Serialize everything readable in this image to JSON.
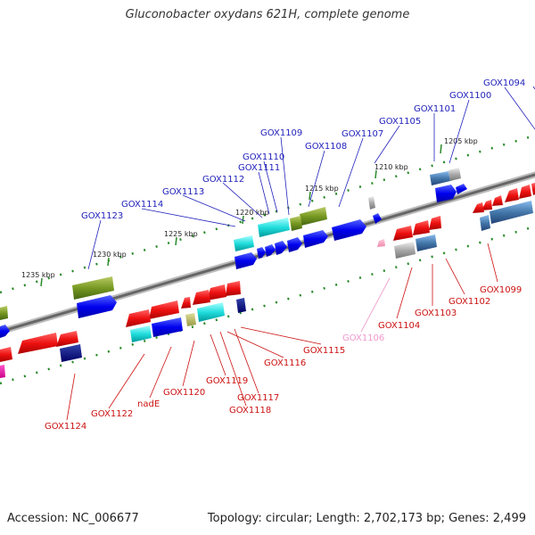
{
  "header": {
    "title": "Gluconobacter oxydans 621H, complete genome"
  },
  "footer": {
    "accession": "Accession: NC_006677",
    "summary": "Topology: circular; Length: 2,702,173 bp; Genes: 2,499"
  },
  "colors": {
    "forward_label": "#2222bb",
    "reverse_label": "#cc1111",
    "pseudo_label": "#ee99cc",
    "backbone": "#888888",
    "tick": "#2a8a2a"
  },
  "kbp_markers": [
    "1205 kbp",
    "1210 kbp",
    "1215 kbp",
    "1220 kbp",
    "1225 kbp",
    "1230 kbp",
    "1235 kbp"
  ],
  "forward_genes": [
    "GOX1094",
    "GOX1100",
    "GOX1101",
    "GOX1105",
    "GOX1107",
    "GOX1108",
    "GOX1109",
    "GOX1110",
    "GOX1111",
    "GOX1112",
    "GOX1113",
    "GOX1114",
    "GOX1123"
  ],
  "reverse_genes": [
    "GOX1099",
    "GOX1102",
    "GOX1103",
    "GOX1104",
    "GOX1106",
    "GOX1115",
    "GOX1116",
    "GOX1117",
    "GOX1118",
    "GOX1119",
    "GOX1120",
    "nadE",
    "GOX1122",
    "GOX1124"
  ]
}
